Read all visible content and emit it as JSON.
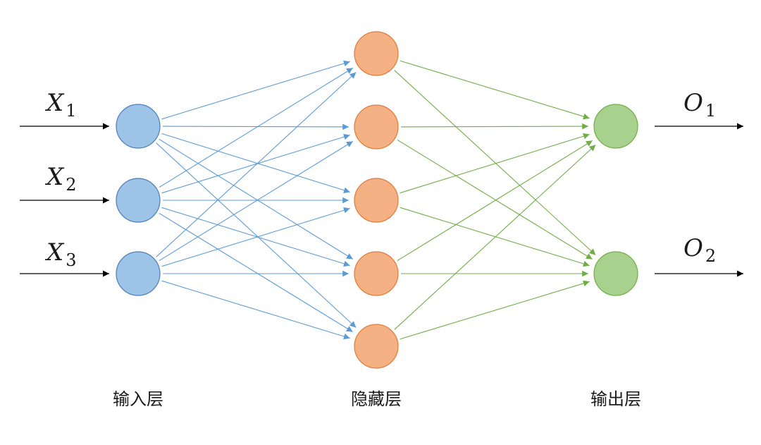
{
  "layers": {
    "input": {
      "label": "输入层",
      "color": "#9dc3e6",
      "stroke": "#4a7ebb",
      "edge_color": "#5b9bd5",
      "nodes": [
        {
          "var": "X",
          "sub": "1"
        },
        {
          "var": "X",
          "sub": "2"
        },
        {
          "var": "X",
          "sub": "3"
        }
      ]
    },
    "hidden": {
      "label": "隐藏层",
      "color": "#f4b183",
      "stroke": "#e07b39",
      "edge_color": "#70ad47",
      "node_count": 5
    },
    "output": {
      "label": "输出层",
      "color": "#a9d18e",
      "stroke": "#70ad47",
      "nodes": [
        {
          "var": "O",
          "sub": "1"
        },
        {
          "var": "O",
          "sub": "2"
        }
      ]
    }
  },
  "connectivity": "fully-connected",
  "io_arrow_color": "#000000"
}
